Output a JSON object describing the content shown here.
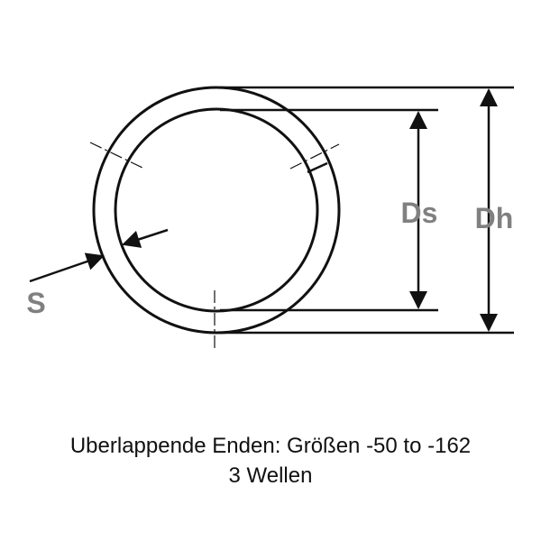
{
  "labels": {
    "s": "S",
    "ds": "Ds",
    "dh": "Dh"
  },
  "caption": {
    "line1": "Uberlappende Enden: Größen -50 to -162",
    "line2": "3 Wellen"
  },
  "colors": {
    "line": "#111111",
    "label": "#808080",
    "background": "#ffffff"
  }
}
